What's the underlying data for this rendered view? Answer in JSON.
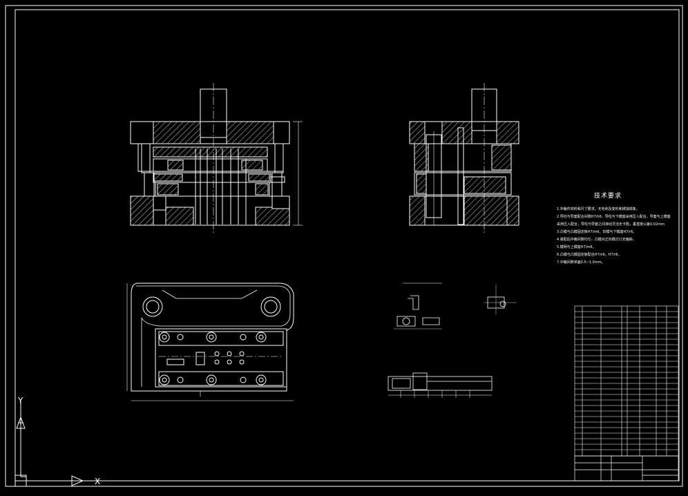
{
  "app": {
    "window_title": "",
    "theme": {
      "background": "#000000",
      "lines": "#ffffff",
      "accent_cyan": "#00c8ff"
    }
  },
  "technical_requirements": {
    "title": "技术要求",
    "lines": [
      "1.冲裁件材料和尺寸要求，无毛刺及变形和锈蚀现象。",
      "2.导柱与导套配合间隙H7/h6。导柱与下模座采用压入配合，导套与上模座",
      "  采用压入配合，导柱与导套之间滑动灵活无卡阻，垂直度公差0.02mm",
      "3.凸模与凸模固定板H7/m6，凹模与下模座H7/r6。",
      "4.装配后冲裁间隙均匀，凸模对正凹模刃口无偏斜。",
      "5.模柄与上模座H7/m6。",
      "6.凸模与凸模固定板配合H7/n6，H7/r6。",
      "7.冲裁间隙单面0.5~1.0mm。"
    ]
  },
  "ucs_icon": {
    "axis_y": "Y",
    "axis_x": "X"
  }
}
